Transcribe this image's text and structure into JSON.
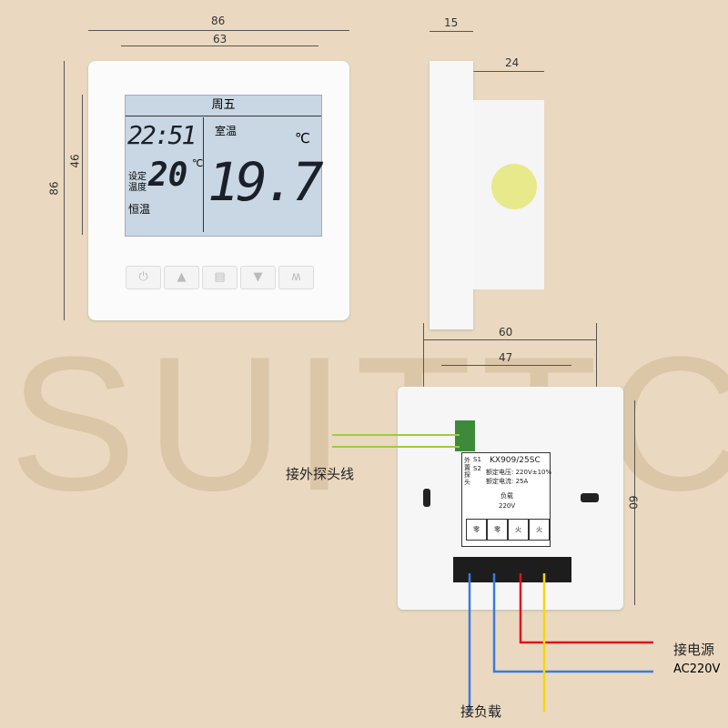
{
  "watermark": "SUITTC",
  "dimensions": {
    "front_width": "86",
    "screen_width": "63",
    "front_height": "86",
    "screen_height": "46",
    "side_depth": "15",
    "side_body": "24",
    "back_width": "60",
    "back_inner": "47",
    "back_height": "60"
  },
  "lcd": {
    "day": "周五",
    "time": "22:51",
    "set_label_1": "设定",
    "set_label_2": "温度",
    "set_temp": "20",
    "set_unit": "℃",
    "mode": "恒温",
    "room_label": "室温",
    "room_temp": "19.7",
    "room_unit": "℃"
  },
  "buttons": [
    {
      "icon": "power-icon",
      "glyph": "⏻"
    },
    {
      "icon": "up-icon",
      "glyph": "▲"
    },
    {
      "icon": "menu-icon",
      "glyph": "▤"
    },
    {
      "icon": "down-icon",
      "glyph": "▼"
    },
    {
      "icon": "mode-icon",
      "glyph": "ʍ"
    }
  ],
  "back_label": {
    "sensor": "外置探头",
    "s1": "S1",
    "s2": "S2",
    "model": "KX909/25SC",
    "voltage": "额定电压: 220V±10%",
    "current": "额定电流: 25A",
    "load": "负载",
    "load_v": "220V",
    "terminals": [
      "零",
      "零",
      "火",
      "火"
    ]
  },
  "labels": {
    "sensor_wire": "接外探头线",
    "power": "接电源",
    "ac": "AC220V",
    "load": "接负载"
  },
  "colors": {
    "blue": "#3a7be0",
    "red": "#e0141a",
    "yellow": "#f6d70a",
    "green": "#9ccc3c"
  }
}
